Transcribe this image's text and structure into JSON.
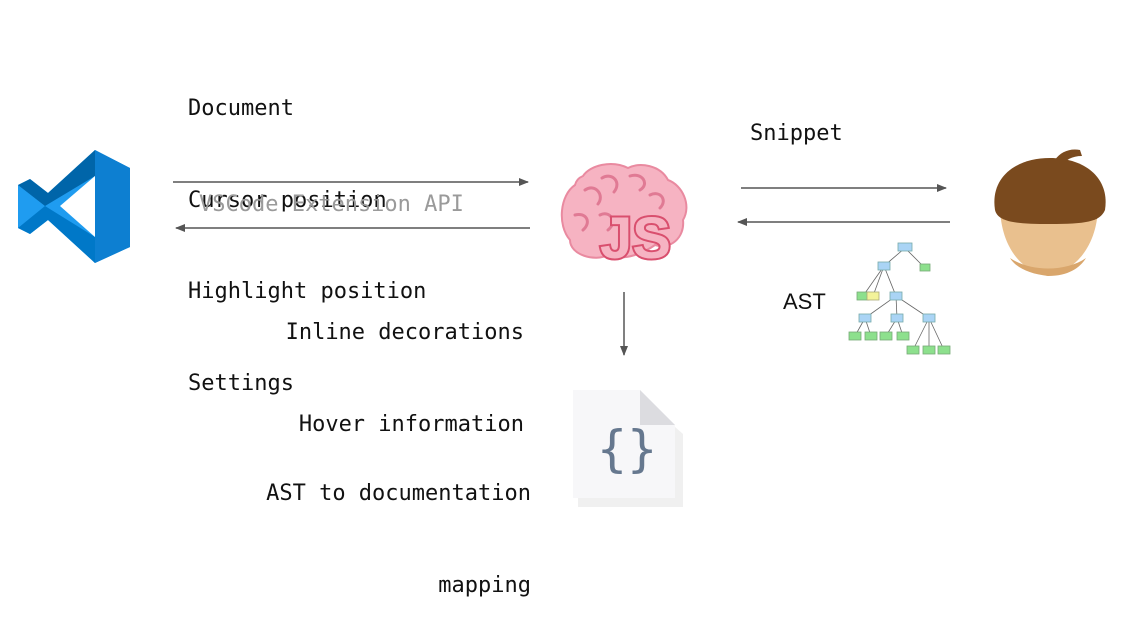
{
  "request_lines": [
    "Document",
    "Cursor position",
    "Highlight position",
    "Settings"
  ],
  "api_label": "VSCode Extension API",
  "response_lines": [
    "Inline decorations",
    "Hover information"
  ],
  "snippet_label": "Snippet",
  "ast_label": "AST",
  "mapping_lines": [
    "AST to documentation",
    "mapping"
  ],
  "icons": {
    "vscode": "vscode-logo-icon",
    "brain": "brain-js-icon",
    "acorn": "acorn-parser-icon",
    "json": "json-file-icon",
    "tree": "ast-tree-icon"
  },
  "colors": {
    "vscode_dark": "#0065a9",
    "vscode_light": "#1f9cf0",
    "brain": "#f4a7b9",
    "brain_stroke": "#d94f6e",
    "acorn_cap": "#7a4a1e",
    "acorn_body": "#e9c08e",
    "arrow": "#555555"
  }
}
